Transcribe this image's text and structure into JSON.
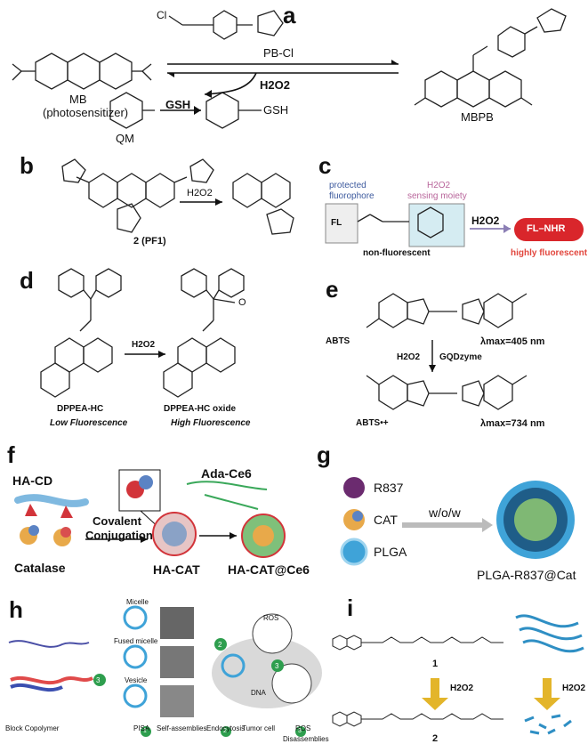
{
  "panels": {
    "a": {
      "label": "a",
      "reagent_top": "PB-Cl",
      "reagent_mid": "H2O2",
      "gsh": "GSH",
      "mb": "MB",
      "mb_sub": "(photosensitizer)",
      "mbpb": "MBPB",
      "qm": "QM",
      "gsh_product": "GSH",
      "clo": "Cl"
    },
    "b": {
      "label": "b",
      "reagent": "H2O2",
      "compound": "2 (PF1)"
    },
    "c": {
      "label": "c",
      "protected": "protected",
      "fluorophore": "fluorophore",
      "h2o2": "H2O2",
      "sensing": "sensing moiety",
      "reagent": "H2O2",
      "product": "FL–NHR",
      "left_caption": "non-fluorescent",
      "right_caption": "highly fluorescent"
    },
    "d": {
      "label": "d",
      "reagent": "H2O2",
      "left_name": "DPPEA-HC",
      "left_state": "Low Fluorescence",
      "right_name": "DPPEA-HC oxide",
      "right_state": "High Fluorescence"
    },
    "e": {
      "label": "e",
      "abts": "ABTS",
      "lmax1": "λmax=405 nm",
      "reagent1": "H2O2",
      "reagent2": "GQDzyme",
      "abts_rad": "ABTS•+",
      "lmax2": "λmax=734 nm"
    },
    "f": {
      "label": "f",
      "hacd": "HA-CD",
      "adace6": "Ada-Ce6",
      "covalent": "Covalent",
      "conjugation": "Conjugation",
      "catalase": "Catalase",
      "hacat": "HA-CAT",
      "hacatce6": "HA-CAT@Ce6"
    },
    "g": {
      "label": "g",
      "r837": "R837",
      "cat": "CAT",
      "plga": "PLGA",
      "wow": "w/o/w",
      "product": "PLGA-R837@Cat"
    },
    "h": {
      "label": "h",
      "micelle": "Micelle",
      "fused": "Fused micelle",
      "vesicle": "Vesicle",
      "ros": "ROS",
      "dna": "DNA",
      "flow": [
        "Block Copolymer",
        "PISA",
        "Self-assemblies",
        "Endocytosis",
        "Tumor cell",
        "ROS",
        "Disassemblies"
      ],
      "steps": [
        "1",
        "2",
        "3"
      ]
    },
    "i": {
      "label": "i",
      "cmpd1": "1",
      "cmpd2": "2",
      "reagent_left": "H2O2",
      "reagent_right": "H2O2"
    }
  },
  "colors": {
    "protected_text": "#3d5a9e",
    "sensing_text": "#b8649a",
    "sensing_box": "#d5ecf2",
    "fl_capsule": "#d9262b",
    "highly_fluorescent": "#e2473e",
    "arrow_purple": "#8c7fb5",
    "hacd_tube": "#7fb9e0",
    "green_step": "#2e9e4e",
    "yellow_arrow": "#e3b52a",
    "fiber_blue": "#2f8fc4",
    "plga_blue": "#3fa3d8",
    "r837_purple": "#6b2b6f"
  }
}
